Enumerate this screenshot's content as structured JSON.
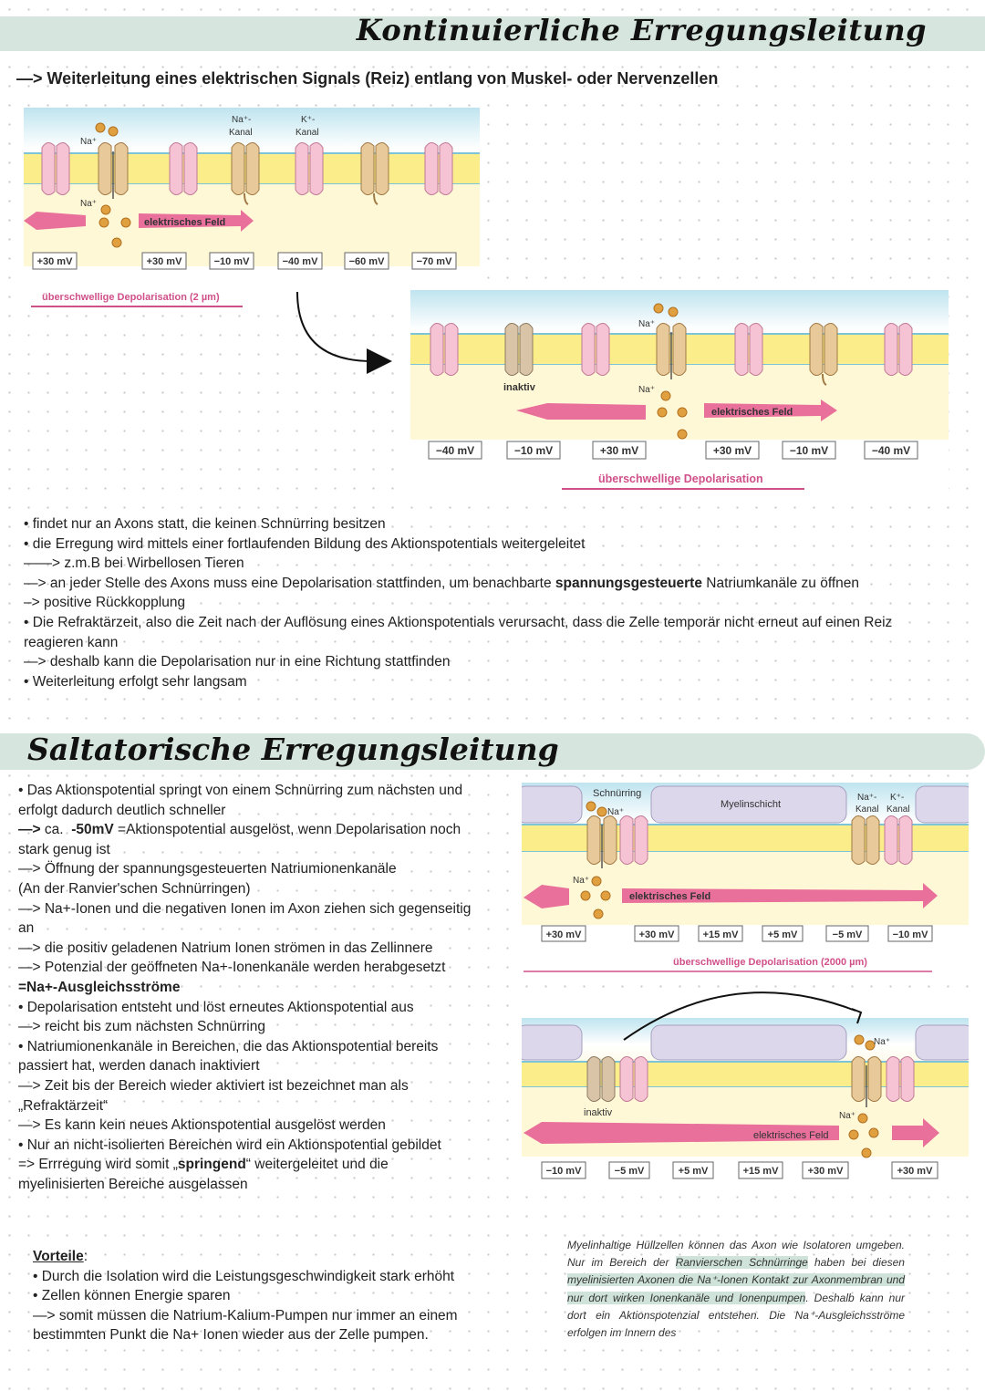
{
  "section1": {
    "title": "Kontinuierliche Erregungsleitung",
    "subtitle": "—> Weiterleitung eines elektrischen Signals (Reiz) entlang von Muskel- oder Nervenzellen",
    "diagram1": {
      "ion_top": "Na⁺",
      "ion_bottom": "Na⁺",
      "channel_na": [
        "Na⁺-",
        "Kanal"
      ],
      "channel_k": [
        "K⁺-",
        "Kanal"
      ],
      "field_label": "elektrisches Feld",
      "voltages": [
        "+30 mV",
        "+30 mV",
        "−10 mV",
        "−40 mV",
        "−60 mV",
        "−70 mV"
      ],
      "caption": "überschwellige Depolarisation (2 µm)"
    },
    "diagram2": {
      "ion_top": "Na⁺",
      "ion_bottom": "Na⁺",
      "inactive_label": "inaktiv",
      "field_label": "elektrisches Feld",
      "voltages": [
        "−40 mV",
        "−10 mV",
        "+30 mV",
        "+30 mV",
        "−10 mV",
        "−40 mV"
      ],
      "caption": "überschwellige Depolarisation"
    },
    "bullets": [
      "• findet nur an Axons statt, die keinen Schnürring besitzen",
      "• die Erregung wird mittels einer fortlaufenden Bildung des Aktionspotentials weitergeleitet",
      "——> z.m.B bei Wirbellosen Tieren",
      "—> an jeder Stelle des Axons muss eine Depolarisation stattfinden, um benachbarte",
      "spannungsgesteuerte",
      "Natriumkanäle zu öffnen",
      "–> positive Rückkopplung",
      "• Die Refraktärzeit, also die Zeit nach der Auflösung eines Aktionspotentials verursacht, dass die Zelle temporär nicht erneut auf einen Reiz",
      "reagieren kann",
      "—> deshalb kann die Depolarisation nur in eine Richtung stattfinden",
      "• Weiterleitung erfolgt sehr langsam"
    ]
  },
  "section2": {
    "title": "Saltatorische Erregungsleitung",
    "lines": [
      "• Das Aktionspotential springt von einem Schnürring zum nächsten und",
      "erfolgt dadurch deutlich schneller",
      "—>",
      "ca.",
      "-50mV",
      "=Aktionspotential ausgelöst, wenn Depolarisation noch",
      "stark genug ist",
      "—> Öffnung der spannungsgesteuerten Natriumionenkanäle",
      "(An der Ranvier'schen Schnürringen)",
      "—> Na+-Ionen und die negativen Ionen im Axon ziehen sich gegenseitig",
      "an",
      "—> die positiv geladenen Natrium Ionen strömen in das Zellinnere",
      "—> Potenzial der geöffneten Na+-Ionenkanäle werden herabgesetzt",
      "=Na+-Ausgleichsströme",
      "• Depolarisation entsteht und löst erneutes Aktionspotential aus",
      "—> reicht bis zum nächsten Schnürring",
      "• Natriumionenkanäle in Bereichen, die das Aktionspotential bereits",
      "passiert hat, werden danach inaktiviert",
      "—> Zeit bis der Bereich wieder aktiviert ist bezeichnet man als",
      "„Refraktärzeit“",
      "—> Es kann kein neues Aktionspotential ausgelöst werden",
      "• Nur an nicht-isolierten Bereichen wird ein Aktionspotential gebildet",
      "=> Errregung wird somit „",
      "springend",
      "“ weitergeleitet und die",
      "myelinisierten Bereiche ausgelassen"
    ],
    "diagram3": {
      "schnurring": "Schnürring",
      "myelin": "Myelinschicht",
      "ion_top": "Na⁺",
      "ion_bottom": "Na⁺",
      "channel_na": [
        "Na⁺-",
        "Kanal"
      ],
      "channel_k": [
        "K⁺-",
        "Kanal"
      ],
      "field_label": "elektrisches Feld",
      "voltages": [
        "+30 mV",
        "+30 mV",
        "+15 mV",
        "+5 mV",
        "−5 mV",
        "−10 mV"
      ],
      "caption": "überschwellige Depolarisation (2000 µm)"
    },
    "diagram4": {
      "ion_top": "Na⁺",
      "ion_bottom": "Na⁺",
      "inactive_label": "inaktiv",
      "field_label": "elektrisches Feld",
      "voltages": [
        "−10 mV",
        "−5 mV",
        "+5 mV",
        "+15 mV",
        "+30 mV",
        "+30 mV"
      ]
    },
    "vorteile": {
      "heading": "Vorteile",
      "colon": ":",
      "items": [
        "• Durch die Isolation wird die Leistungsgeschwindigkeit stark erhöht",
        "• Zellen können Energie sparen",
        "—> somit müssen die Natrium-Kalium-Pumpen nur immer an einem",
        "bestimmten Punkt die Na+ Ionen wieder aus der Zelle pumpen."
      ]
    },
    "quote": {
      "p1": "Myelinhaltige Hüllzellen können das Axon wie Isolatoren umgeben. Nur im Bereich der ",
      "p2": "Ranvierschen Schnürringe",
      "p3": " haben bei diesen ",
      "p4": "myelinisierten Axonen die Na⁺-Ionen Kontakt zur Axonmembran und nur dort wirken Ionenkanäle und Ionenpumpen",
      "p5": ". Deshalb kann nur dort ein Aktionspotenzial entstehen. Die Na⁺-Ausgleichsströme erfolgen im Innern des"
    }
  }
}
